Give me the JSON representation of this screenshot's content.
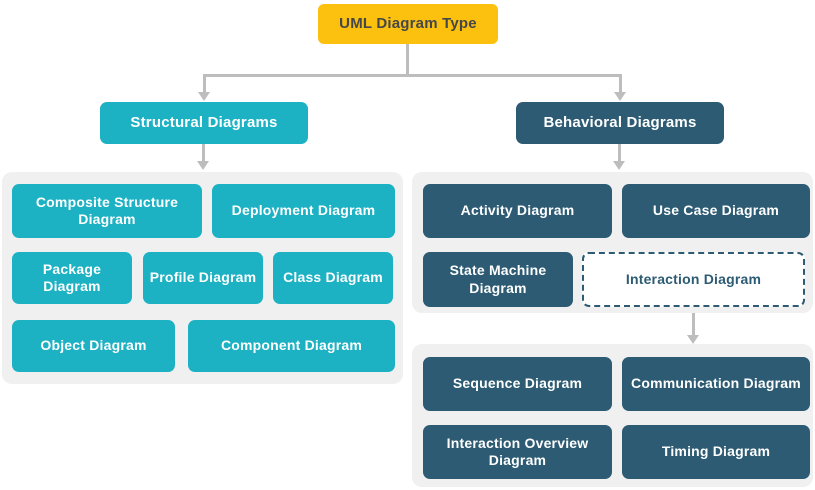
{
  "root": {
    "label": "UML Diagram Type"
  },
  "structural": {
    "header": "Structural Diagrams",
    "items": [
      {
        "label": "Composite Structure Diagram"
      },
      {
        "label": "Deployment Diagram"
      },
      {
        "label": "Package Diagram"
      },
      {
        "label": "Profile Diagram"
      },
      {
        "label": "Class Diagram"
      },
      {
        "label": "Object Diagram"
      },
      {
        "label": "Component Diagram"
      }
    ]
  },
  "behavioral": {
    "header": "Behavioral Diagrams",
    "items": [
      {
        "label": "Activity Diagram"
      },
      {
        "label": "Use Case Diagram"
      },
      {
        "label": "State Machine Diagram"
      },
      {
        "label": "Interaction Diagram"
      }
    ]
  },
  "interaction_children": {
    "items": [
      {
        "label": "Sequence Diagram"
      },
      {
        "label": "Communication Diagram"
      },
      {
        "label": "Interaction Overview Diagram"
      },
      {
        "label": "Timing Diagram"
      }
    ]
  },
  "colors": {
    "root_fill": "#FCC10E",
    "structural_fill": "#1CB1C3",
    "behavioral_fill": "#2C5B73",
    "group_fill": "#F0F0F0",
    "connector": "#BDBDBD",
    "root_text": "#454749",
    "node_text": "#FFFFFF"
  }
}
